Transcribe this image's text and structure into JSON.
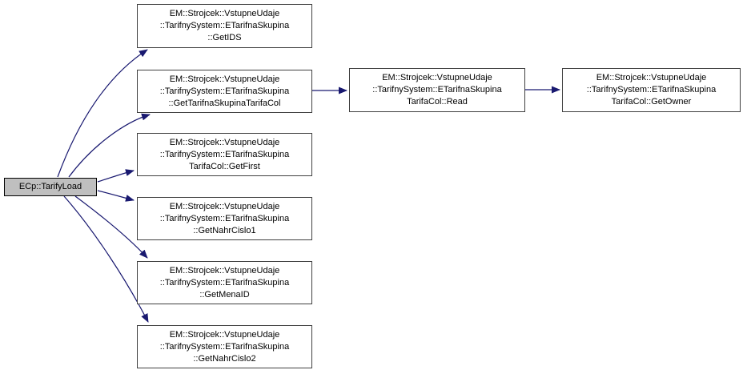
{
  "diagram_type": "call-graph",
  "colors": {
    "edge_arrow": "#191970",
    "node_border": "#404040",
    "node_fill": "#ffffff",
    "focus_node_fill": "#bfbfbf",
    "focus_node_border": "#000000",
    "text": "#000000"
  },
  "nodes": {
    "tarifyload": {
      "lines": [
        "ECp::TarifyLoad"
      ]
    },
    "getids": {
      "lines": [
        "EM::Strojcek::VstupneUdaje",
        "::TarifnySystem::ETarifnaSkupina",
        "::GetIDS"
      ]
    },
    "gettarifnaskupinatarifacol": {
      "lines": [
        "EM::Strojcek::VstupneUdaje",
        "::TarifnySystem::ETarifnaSkupina",
        "::GetTarifnaSkupinaTarifaCol"
      ]
    },
    "getfirst": {
      "lines": [
        "EM::Strojcek::VstupneUdaje",
        "::TarifnySystem::ETarifnaSkupina",
        "TarifaCol::GetFirst"
      ]
    },
    "getnahrcislo1": {
      "lines": [
        "EM::Strojcek::VstupneUdaje",
        "::TarifnySystem::ETarifnaSkupina",
        "::GetNahrCislo1"
      ]
    },
    "getmenaid": {
      "lines": [
        "EM::Strojcek::VstupneUdaje",
        "::TarifnySystem::ETarifnaSkupina",
        "::GetMenaID"
      ]
    },
    "getnahrcislo2": {
      "lines": [
        "EM::Strojcek::VstupneUdaje",
        "::TarifnySystem::ETarifnaSkupina",
        "::GetNahrCislo2"
      ]
    },
    "read": {
      "lines": [
        "EM::Strojcek::VstupneUdaje",
        "::TarifnySystem::ETarifnaSkupina",
        "TarifaCol::Read"
      ]
    },
    "getowner": {
      "lines": [
        "EM::Strojcek::VstupneUdaje",
        "::TarifnySystem::ETarifnaSkupina",
        "TarifaCol::GetOwner"
      ]
    }
  },
  "edges": [
    {
      "from": "ECp::TarifyLoad",
      "to": "GetIDS"
    },
    {
      "from": "ECp::TarifyLoad",
      "to": "GetTarifnaSkupinaTarifaCol"
    },
    {
      "from": "ECp::TarifyLoad",
      "to": "TarifaCol::GetFirst"
    },
    {
      "from": "ECp::TarifyLoad",
      "to": "GetNahrCislo1"
    },
    {
      "from": "ECp::TarifyLoad",
      "to": "GetMenaID"
    },
    {
      "from": "ECp::TarifyLoad",
      "to": "GetNahrCislo2"
    },
    {
      "from": "GetTarifnaSkupinaTarifaCol",
      "to": "TarifaCol::Read"
    },
    {
      "from": "TarifaCol::Read",
      "to": "TarifaCol::GetOwner"
    }
  ]
}
